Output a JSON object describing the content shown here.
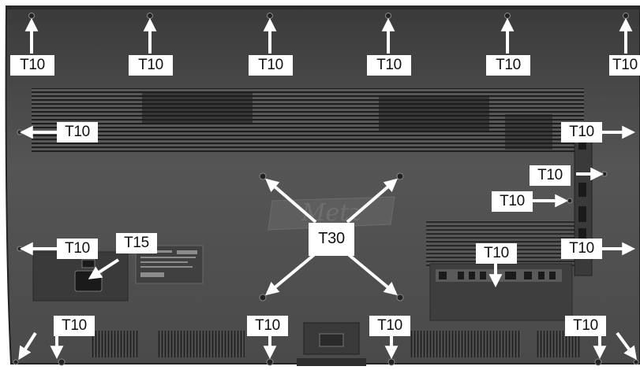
{
  "colors": {
    "tv_back": "#4a4a4a",
    "tv_back_light": "#5c5c5c",
    "vent_grille": "#1c1c1c",
    "arrow": "#ffffff",
    "screw": "#222222"
  },
  "labels": {
    "top_1": "T10",
    "top_2": "T10",
    "top_3": "T10",
    "top_4": "T10",
    "top_5": "T10",
    "top_6": "T10",
    "left_upper": "T10",
    "left_lower": "T10",
    "right_upper": "T10",
    "right_mid_1": "T10",
    "right_mid_2": "T10",
    "right_lower": "T10",
    "power_socket": "T15",
    "vesa_center": "T30",
    "connector_panel": "T10",
    "bottom_1": "T10",
    "bottom_2": "T10",
    "bottom_3": "T10",
    "bottom_4": "T10"
  },
  "brand_logo": "Metz"
}
